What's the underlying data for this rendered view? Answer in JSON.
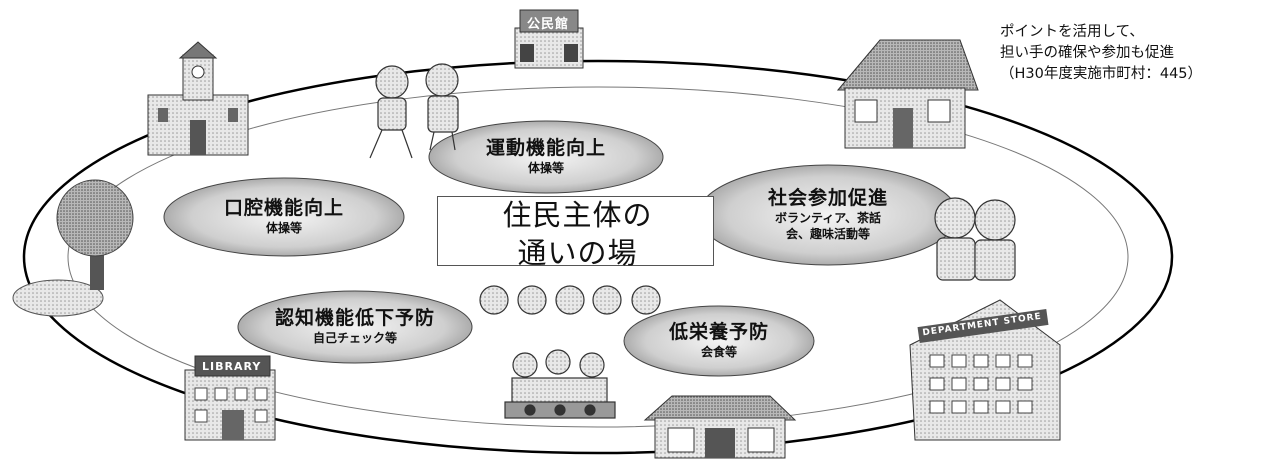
{
  "center": {
    "line1": "住民主体の",
    "line2": "通いの場"
  },
  "activities": [
    {
      "main": "運動機能向上",
      "sub": "体操等"
    },
    {
      "main": "口腔機能向上",
      "sub": "体操等"
    },
    {
      "main": "社会参加促進",
      "sub1": "ボランティア、茶話",
      "sub2": "会、趣味活動等"
    },
    {
      "main": "認知機能低下予防",
      "sub": "自己チェック等"
    },
    {
      "main": "低栄養予防",
      "sub": "会食等"
    }
  ],
  "note": {
    "line1": "ポイントを活用して、",
    "line2": "担い手の確保や参加も促進",
    "line3": "（H30年度実施市町村：445）"
  },
  "signs": {
    "community_hall": "公民館",
    "department_store": "DEPARTMENT STORE",
    "library": "LIBRARY"
  },
  "icons": [
    "university-icon",
    "community-hall-icon",
    "house-icon",
    "tree-icon",
    "department-store-icon",
    "library-icon",
    "japanese-house-icon",
    "elderly-exercising-icon",
    "elderly-chatting-icon",
    "elderly-group-icon",
    "elderly-eating-icon"
  ]
}
